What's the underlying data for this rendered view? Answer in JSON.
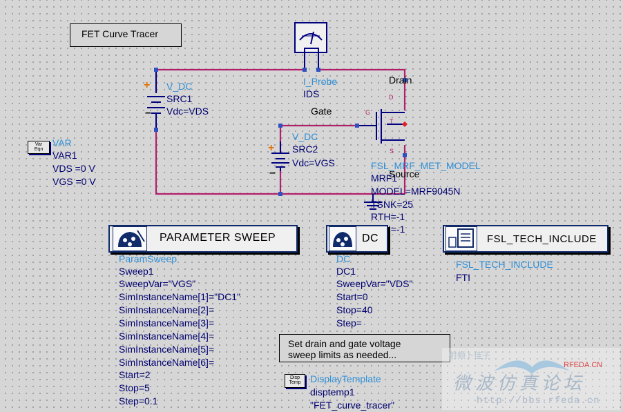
{
  "title_note": "FET Curve Tracer",
  "colors": {
    "wire": "#b0206a",
    "label_blue": "#2f8fd6",
    "label_navy": "#000070",
    "pin": "#3050c0"
  },
  "var_block": {
    "icon_line1": "Var",
    "icon_line2": "Eqn",
    "type": "VAR",
    "name": "VAR1",
    "vars": [
      "VDS =0 V",
      "VGS =0 V"
    ]
  },
  "src1": {
    "type": "V_DC",
    "name": "SRC1",
    "param": "Vdc=VDS"
  },
  "src2": {
    "type": "V_DC",
    "name": "SRC2",
    "param": "Vdc=VGS"
  },
  "probe": {
    "type": "I_Probe",
    "name": "IDS"
  },
  "fet": {
    "drain": "Drain",
    "gate": "Gate",
    "source": "Source",
    "pin_d": "D",
    "pin_g": "G",
    "pin_t": "T",
    "pin_s": "S",
    "type": "FSL_MRF_MET_MODEL",
    "params": [
      "MRF1",
      "MODEL=MRF9045N",
      "TSNK=25",
      "RTH=-1",
      "CTH=-1"
    ]
  },
  "param_sweep": {
    "title": "PARAMETER SWEEP",
    "type": "ParamSweep",
    "params": [
      "Sweep1",
      "SweepVar=\"VGS\"",
      "SimInstanceName[1]=\"DC1\"",
      "SimInstanceName[2]=",
      "SimInstanceName[3]=",
      "SimInstanceName[4]=",
      "SimInstanceName[5]=",
      "SimInstanceName[6]=",
      "Start=2",
      "Stop=5",
      "Step=0.1"
    ]
  },
  "dc_sim": {
    "title": "DC",
    "type": "DC",
    "params": [
      "DC1",
      "SweepVar=\"VDS\"",
      "Start=0",
      "Stop=40",
      "Step="
    ]
  },
  "tech_include": {
    "title": "FSL_TECH_INCLUDE",
    "type": "FSL_TECH_INCLUDE",
    "name": "FTI"
  },
  "limits_note": [
    "Set drain and gate voltage",
    "sweep limits as needed..."
  ],
  "display_template": {
    "icon_line1": "Disp",
    "icon_line2": "Temp",
    "type": "DisplayTemplate",
    "name": "disptemp1",
    "value": "\"FET_curve_tracer\""
  },
  "watermark": {
    "brand": "RFEDA.CN",
    "cn_text": "微波仿真论坛",
    "cn_small": "射频卜佳子",
    "url": "http://bbs.rfeda.cn"
  }
}
